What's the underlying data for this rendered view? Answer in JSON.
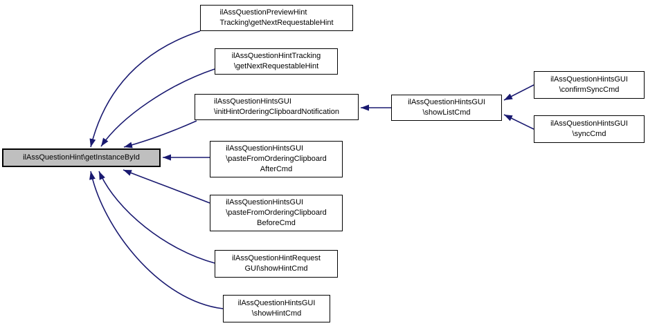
{
  "diagram": {
    "type": "caller-graph",
    "colors": {
      "background": "#ffffff",
      "edge": "#191970",
      "node_fill": "#ffffff",
      "node_border": "#000000",
      "highlight_fill": "#bfbfbf"
    },
    "nodes": [
      {
        "id": "getInstanceById",
        "highlighted": true,
        "lines": [
          "ilAssQuestionHint\\getInstanceById"
        ]
      },
      {
        "id": "previewHintTracking_getNextRequestableHint",
        "lines": [
          "ilAssQuestionPreviewHint",
          "Tracking\\getNextRequestableHint"
        ]
      },
      {
        "id": "hintTracking_getNextRequestableHint",
        "lines": [
          "ilAssQuestionHintTracking",
          "\\getNextRequestableHint"
        ]
      },
      {
        "id": "hintsGUI_initHintOrderingClipboardNotification",
        "lines": [
          "ilAssQuestionHintsGUI",
          "\\initHintOrderingClipboardNotification"
        ]
      },
      {
        "id": "hintsGUI_pasteFromOrderingClipboardAfterCmd",
        "lines": [
          "ilAssQuestionHintsGUI",
          "\\pasteFromOrderingClipboard",
          "AfterCmd"
        ]
      },
      {
        "id": "hintsGUI_pasteFromOrderingClipboardBeforeCmd",
        "lines": [
          "ilAssQuestionHintsGUI",
          "\\pasteFromOrderingClipboard",
          "BeforeCmd"
        ]
      },
      {
        "id": "hintRequestGUI_showHintCmd",
        "lines": [
          "ilAssQuestionHintRequest",
          "GUI\\showHintCmd"
        ]
      },
      {
        "id": "hintsGUI_showHintCmd",
        "lines": [
          "ilAssQuestionHintsGUI",
          "\\showHintCmd"
        ]
      },
      {
        "id": "hintsGUI_showListCmd",
        "lines": [
          "ilAssQuestionHintsGUI",
          "\\showListCmd"
        ]
      },
      {
        "id": "hintsGUI_confirmSyncCmd",
        "lines": [
          "ilAssQuestionHintsGUI",
          "\\confirmSyncCmd"
        ]
      },
      {
        "id": "hintsGUI_syncCmd",
        "lines": [
          "ilAssQuestionHintsGUI",
          "\\syncCmd"
        ]
      }
    ],
    "edges": [
      {
        "from": "previewHintTracking_getNextRequestableHint",
        "to": "getInstanceById"
      },
      {
        "from": "hintTracking_getNextRequestableHint",
        "to": "getInstanceById"
      },
      {
        "from": "hintsGUI_initHintOrderingClipboardNotification",
        "to": "getInstanceById"
      },
      {
        "from": "hintsGUI_pasteFromOrderingClipboardAfterCmd",
        "to": "getInstanceById"
      },
      {
        "from": "hintsGUI_pasteFromOrderingClipboardBeforeCmd",
        "to": "getInstanceById"
      },
      {
        "from": "hintRequestGUI_showHintCmd",
        "to": "getInstanceById"
      },
      {
        "from": "hintsGUI_showHintCmd",
        "to": "getInstanceById"
      },
      {
        "from": "hintsGUI_showListCmd",
        "to": "hintsGUI_initHintOrderingClipboardNotification"
      },
      {
        "from": "hintsGUI_confirmSyncCmd",
        "to": "hintsGUI_showListCmd"
      },
      {
        "from": "hintsGUI_syncCmd",
        "to": "hintsGUI_showListCmd"
      }
    ]
  }
}
